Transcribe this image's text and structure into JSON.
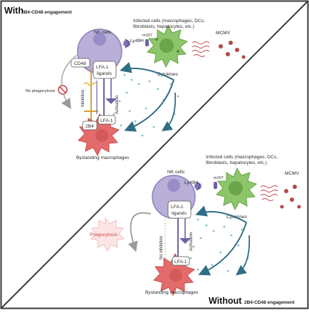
{
  "top_panel": {
    "title": "With",
    "subtitle": "2B4-CD48 engagement",
    "nk_cells": "NK cells",
    "cd48": "CD48",
    "ly49h": "Ly49H",
    "m157": "m157",
    "lfa1_ligands_line1": "LFA-1",
    "lfa1_ligands_line2": "ligands",
    "infected_line1": "Infected cells (macrophages, DCs,",
    "infected_line2": "fibroblasts, hepatocytes, etc.)",
    "mcmv": "MCMV",
    "cytokines": "Cytokines",
    "inhibition": "Inhibition",
    "activation": "Activation",
    "two_b4": "2B4",
    "lfa1": "LFA-1",
    "bystanding": "Bystanding macrophages",
    "no_phagocytosis": "No phagocytosis"
  },
  "bottom_panel": {
    "title": "Without",
    "subtitle": "2B4-CD48 engagement",
    "nk_cells": "NK cells",
    "ly49h": "Ly49H",
    "m157": "m157",
    "lfa1_ligands_line1": "LFA-1",
    "lfa1_ligands_line2": "ligands",
    "infected_line1": "Infected cells (macrophages, DCs,",
    "infected_line2": "fibroblasts, hepatocytes, etc.)",
    "mcmv": "MCMV",
    "cytokines": "Cytokines",
    "no_inhibition": "No inhibition",
    "activation": "Activation",
    "lfa1": "LFA-1",
    "bystanding": "Bystanding macrophages",
    "phagocytosis": "Phagocytosis"
  },
  "colors": {
    "nk_cell": "#b9afd8",
    "infected_cell": "#8cc56a",
    "macrophage": "#e46b6b",
    "inhibition": "#d6a13a",
    "activation": "#6c63a8",
    "cytokine_arrow": "#2f6e88",
    "virus": "#b34747"
  }
}
